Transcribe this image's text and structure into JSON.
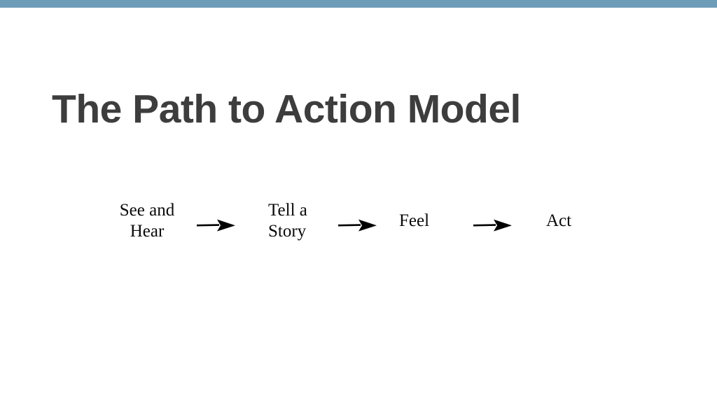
{
  "slide": {
    "background_color": "#ffffff",
    "accent_bar": {
      "name": "top-accent-bar",
      "color": "#6d9cb8"
    },
    "title": "The Path to Action Model",
    "title_color": "#3d3d3d"
  },
  "diagram": {
    "type": "linear-flow",
    "text_color": "#0a0a0a",
    "arrow_color": "#000000",
    "nodes": [
      {
        "id": "see-and-hear",
        "label": "See and\nHear",
        "align": "centered"
      },
      {
        "id": "tell-a-story",
        "label": "Tell a\nStory",
        "align": "leftaligned"
      },
      {
        "id": "feel",
        "label": "Feel",
        "align": "leftaligned"
      },
      {
        "id": "act",
        "label": "Act",
        "align": "leftaligned"
      }
    ],
    "arrows": [
      {
        "id": "arrow-see-to-tell",
        "from": "see-and-hear",
        "to": "tell-a-story",
        "glyph": "right-arrow"
      },
      {
        "id": "arrow-tell-to-feel",
        "from": "tell-a-story",
        "to": "feel",
        "glyph": "right-arrow"
      },
      {
        "id": "arrow-feel-to-act",
        "from": "feel",
        "to": "act",
        "glyph": "right-arrow"
      }
    ]
  }
}
